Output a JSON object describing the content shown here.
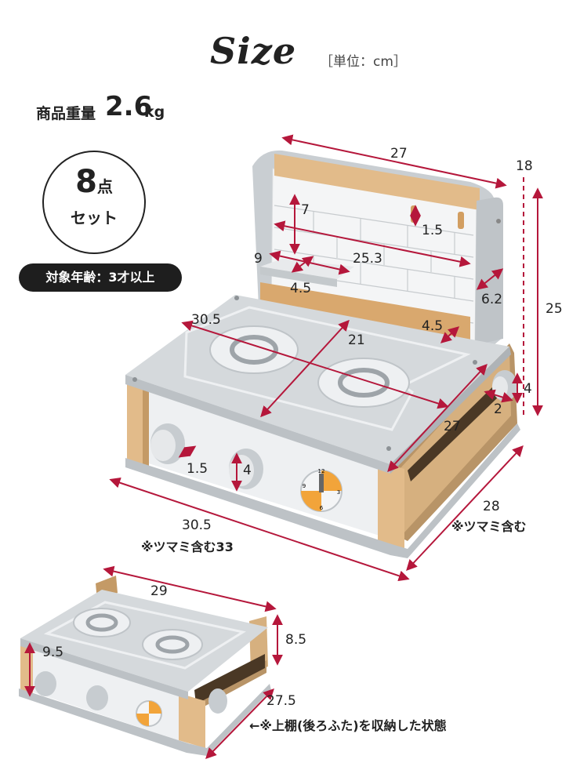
{
  "title": "Size",
  "unit_label": "［単位：cm］",
  "weight": {
    "label": "商品重量",
    "value": "2.6",
    "unit": "kg"
  },
  "pieces": {
    "count": "8",
    "suffix": "点",
    "set": "セット"
  },
  "age": "対象年齢：3才以上",
  "colors": {
    "accent": "#b5173b",
    "body_gray": "#d5d9dc",
    "wood": "#e2bb8a",
    "knob_orange": "#f2a43a"
  },
  "dimensions": {
    "back_width": "27",
    "back_depth": "18",
    "total_height": "25",
    "shelf_height": "7",
    "hook_depth": "1.5",
    "shelf_width": "9",
    "inner_width": "25.3",
    "shelf_depth": "4.5",
    "side_depth": "6.2",
    "top_diagonal": "30.5",
    "top_depth": "21",
    "inner_depth": "4.5",
    "knob_height": "4",
    "knob_width": "2",
    "top_width": "27",
    "knob_depth": "1.5",
    "knob_front": "4",
    "body_width": "30.5",
    "body_width_note": "※ツマミ含む33",
    "body_depth": "28",
    "body_depth_note": "※ツマミ含む",
    "stored_width": "29",
    "stored_height": "8.5",
    "stored_height_left": "9.5",
    "stored_depth": "27.5",
    "stored_note": "←※上棚(後ろふた)を収納した状態"
  },
  "dials": {
    "numbers": [
      "12",
      "3",
      "6",
      "9"
    ]
  }
}
